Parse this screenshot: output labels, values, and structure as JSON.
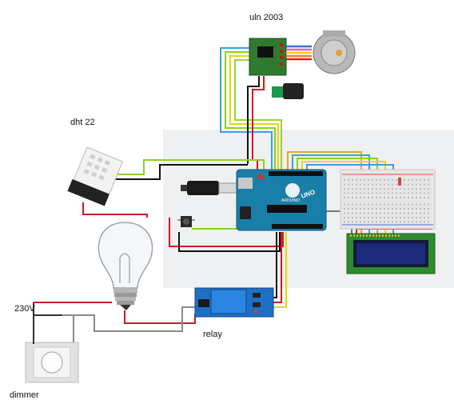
{
  "labels": {
    "uln": "uln 2003",
    "dht": "dht 22",
    "mains": "230V",
    "relay": "relay",
    "dimmer": "dimmer"
  },
  "board": {
    "name": "UNO",
    "brand": "ARDUINO"
  },
  "colors": {
    "panel": "#eef0f2",
    "arduino": "#1a7fa8",
    "lcd_pcb": "#2e8b2e",
    "lcd_screen": "#1b2a7a",
    "relay": "#1e6fc4",
    "wire_red": "#d21a1a",
    "wire_black": "#111111",
    "wire_yellow": "#e8d800",
    "wire_green": "#8bd21e",
    "wire_blue": "#3aa0e0",
    "wire_orange": "#f0a020",
    "wire_gray": "#777777"
  }
}
